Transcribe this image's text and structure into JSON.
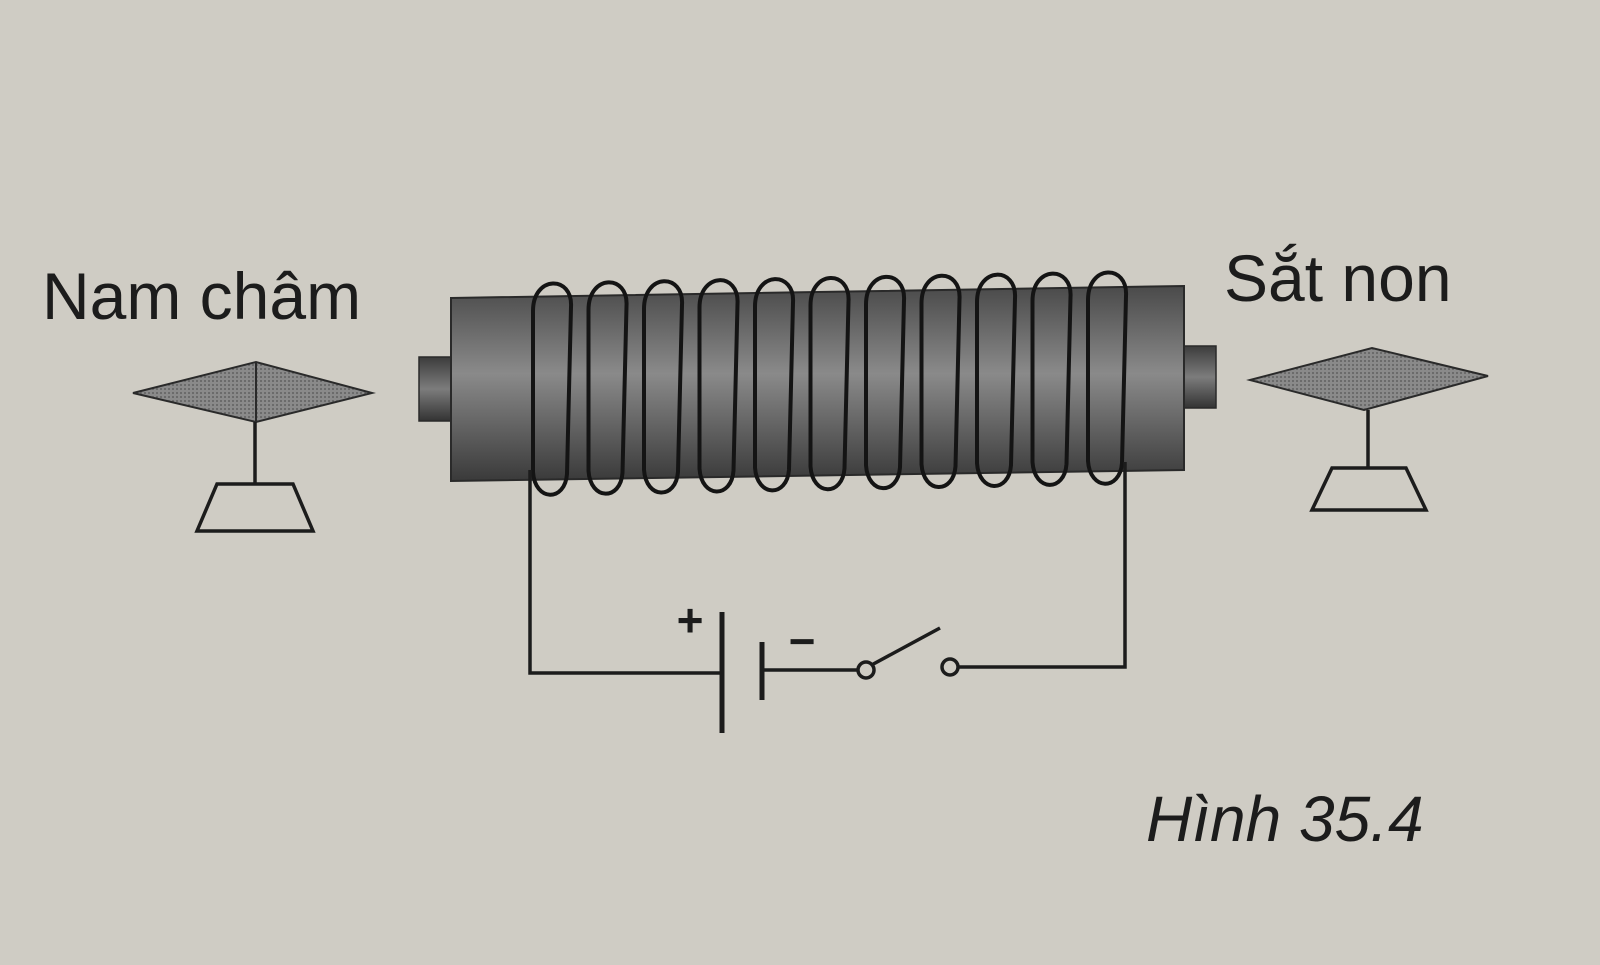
{
  "diagram": {
    "left_object_label": "Nam châm",
    "right_object_label": "Sắt non",
    "battery_plus": "+",
    "battery_minus": "−",
    "caption": "Hình 35.4",
    "coil_turns": 11
  },
  "colors": {
    "paper": "#cfccc4",
    "ink": "#1c1c1c",
    "core_dark": "#3a3a3a",
    "core_mid": "#6e6e6e",
    "needle_fill": "#7a7a7a"
  }
}
